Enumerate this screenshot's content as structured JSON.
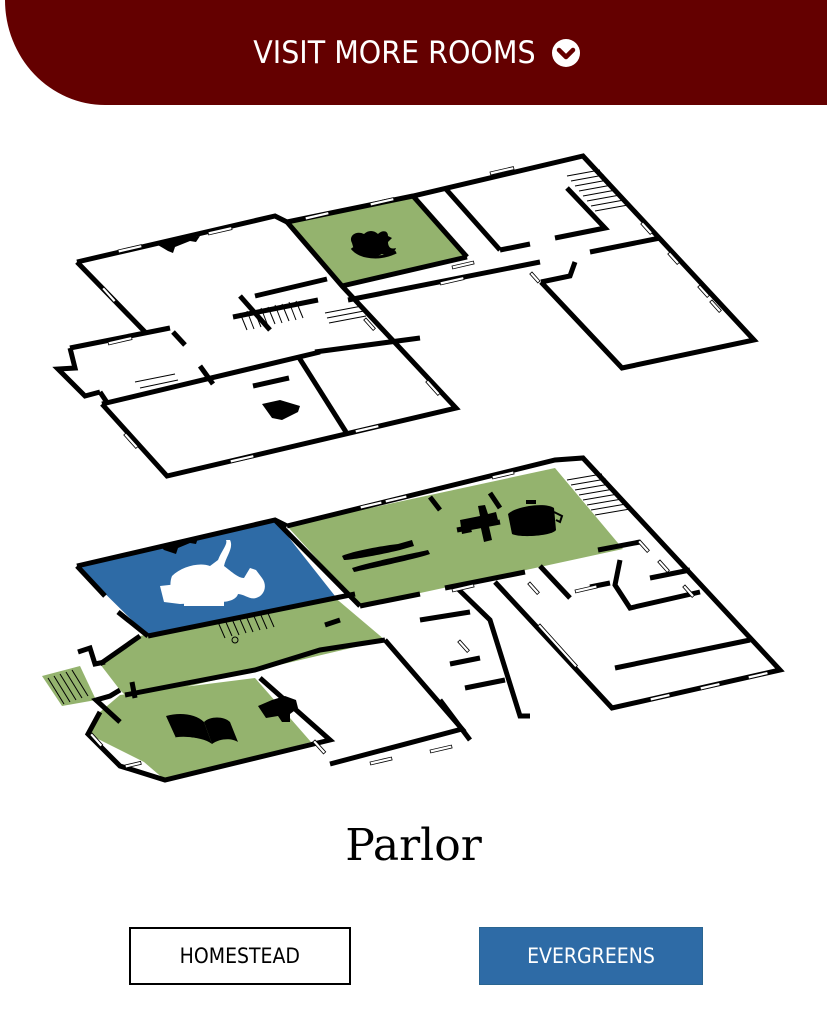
{
  "header": {
    "label": "VISIT MORE ROOMS",
    "icon": "chevron-circle-down-icon",
    "background": "#640000"
  },
  "floorplan": {
    "colors": {
      "selected_room": "#2e6ba6",
      "highlighted_room": "#94b36e",
      "wall": "#000000",
      "floor": "#ffffff"
    },
    "upper_floor": {
      "highlighted_rooms": [
        {
          "name": "nursery",
          "icon": "rocking-horse-icon"
        }
      ]
    },
    "ground_floor": {
      "selected_room": {
        "name": "parlor",
        "icon": "teapot-icon"
      },
      "highlighted_rooms": [
        {
          "name": "dining-room",
          "icon": "fork-knife-icon"
        },
        {
          "name": "kitchen",
          "icon": "pot-icon"
        },
        {
          "name": "hallway",
          "icon": ""
        },
        {
          "name": "library",
          "icon": "book-icon"
        }
      ]
    }
  },
  "room_title": "Parlor",
  "buttons": {
    "homestead": "HOMESTEAD",
    "evergreens": "EVERGREENS"
  }
}
